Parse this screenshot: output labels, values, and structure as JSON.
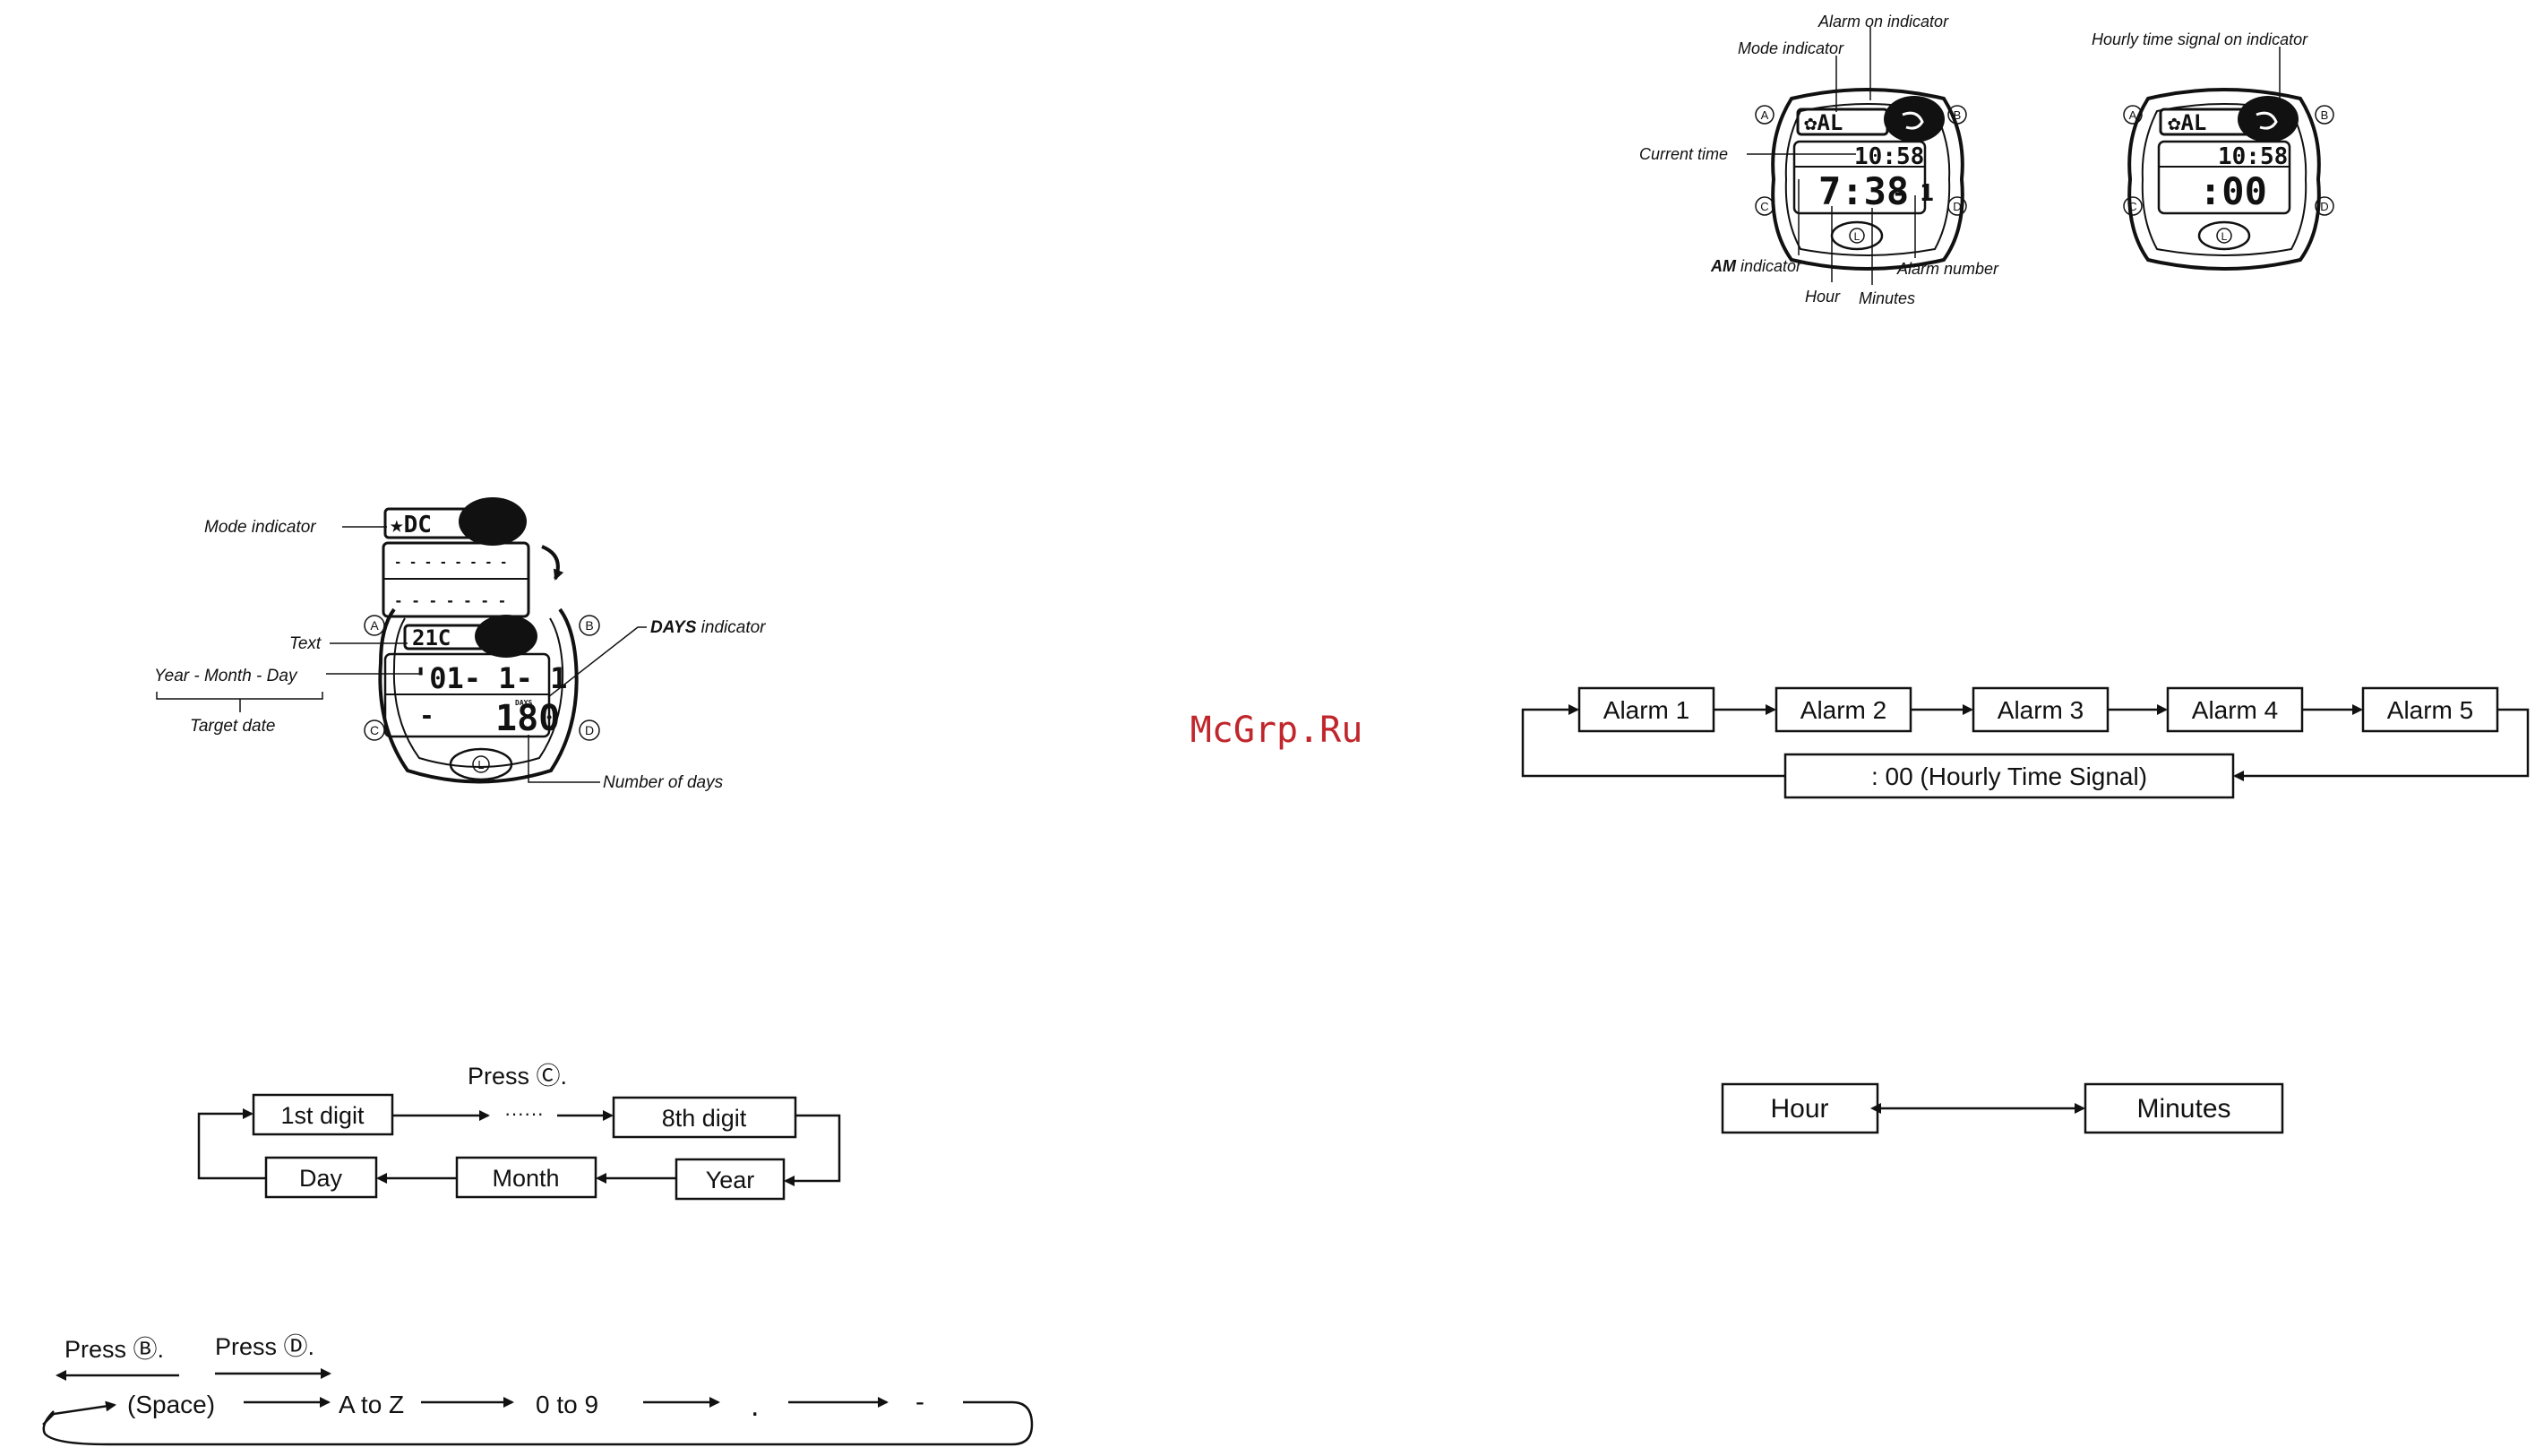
{
  "watermark": "McGrp.Ru",
  "alarm_display": {
    "labels": {
      "alarm_on": "Alarm on indicator",
      "mode": "Mode indicator",
      "current_time": "Current time",
      "am": "AM",
      "am_suffix": " indicator",
      "hour": "Hour",
      "minutes": "Minutes",
      "alarm_number": "Alarm number"
    },
    "lcd": {
      "mode": "✿AL",
      "time": "10:58",
      "alarm": "7:38",
      "alarm_no": "- 1"
    }
  },
  "hourly_display": {
    "label": "Hourly time signal on indicator",
    "lcd": {
      "mode": "✿AL",
      "time": "10:58",
      "signal": ":00"
    }
  },
  "buttons": {
    "a": "A",
    "b": "B",
    "c": "C",
    "d": "D",
    "l": "L"
  },
  "dc_display": {
    "labels": {
      "mode": "Mode indicator",
      "text": "Text",
      "ymd": "Year - Month - Day",
      "target": "Target date",
      "days": "DAYS",
      "days_suffix": " indicator",
      "number_days": "Number of days"
    },
    "lcd": {
      "mode": "★DC",
      "dashes1": "- - - - - - - -",
      "dashes2": "- - - - - - -",
      "text": "21C",
      "date": "'01- 1- 1",
      "days_tag": "DAYS",
      "count": "180",
      "minus": "-"
    }
  },
  "alarm_cycle": {
    "items": [
      "Alarm 1",
      "Alarm 2",
      "Alarm 3",
      "Alarm 4",
      "Alarm 5"
    ],
    "hourly": ":  00 (Hourly Time Signal)"
  },
  "digit_cycle": {
    "press": "Press Ⓒ.",
    "first": "1st digit",
    "dots": "······",
    "eighth": "8th digit",
    "year": "Year",
    "month": "Month",
    "day": "Day"
  },
  "hour_minutes": {
    "hour": "Hour",
    "minutes": "Minutes"
  },
  "char_cycle": {
    "press_b": "Press Ⓑ.",
    "press_d": "Press Ⓓ.",
    "items": [
      "(Space)",
      "A to Z",
      "0 to 9",
      ".",
      "-"
    ]
  }
}
